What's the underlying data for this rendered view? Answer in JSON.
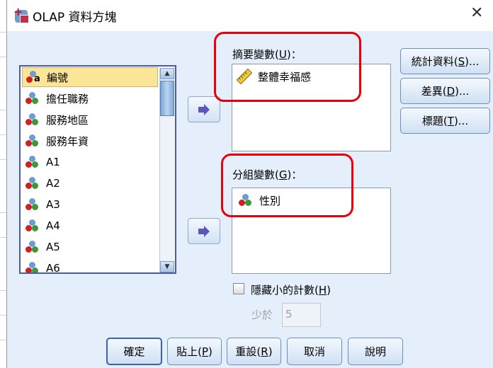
{
  "window": {
    "title": "OLAP 資料方塊",
    "close_icon": "close-icon"
  },
  "variables": [
    {
      "label": "編號",
      "type": "nominal-string",
      "selected": true
    },
    {
      "label": "擔任職務",
      "type": "nominal"
    },
    {
      "label": "服務地區",
      "type": "nominal"
    },
    {
      "label": "服務年資",
      "type": "nominal"
    },
    {
      "label": "A1",
      "type": "nominal"
    },
    {
      "label": "A2",
      "type": "nominal"
    },
    {
      "label": "A3",
      "type": "nominal"
    },
    {
      "label": "A4",
      "type": "nominal"
    },
    {
      "label": "A5",
      "type": "nominal"
    },
    {
      "label": "A6",
      "type": "nominal"
    }
  ],
  "summary": {
    "label_main": "摘要變數(",
    "label_key": "U",
    "label_end": ")：",
    "items": [
      "整體幸福感"
    ]
  },
  "grouping": {
    "label_main": "分組變數(",
    "label_key": "G",
    "label_end": ")：",
    "items": [
      "性別"
    ]
  },
  "side_buttons": [
    {
      "main": "統計資料(",
      "key": "S",
      "end": ")..."
    },
    {
      "main": "差異(",
      "key": "D",
      "end": ")..."
    },
    {
      "main": "標題(",
      "key": "T",
      "end": ")..."
    }
  ],
  "hide_small": {
    "main": "隱藏小的計數(",
    "key": "H",
    "end": ")",
    "checked": false,
    "less_than_label": "少於",
    "value": "5"
  },
  "bottom_buttons": [
    {
      "main": "確定",
      "key": "",
      "end": ""
    },
    {
      "main": "貼上(",
      "key": "P",
      "end": ")"
    },
    {
      "main": "重設(",
      "key": "R",
      "end": ")"
    },
    {
      "main": "取消",
      "key": "",
      "end": ""
    },
    {
      "main": "說明",
      "key": "",
      "end": ""
    }
  ],
  "colors": {
    "highlight": "#e8000b",
    "background": "#e4effb"
  }
}
